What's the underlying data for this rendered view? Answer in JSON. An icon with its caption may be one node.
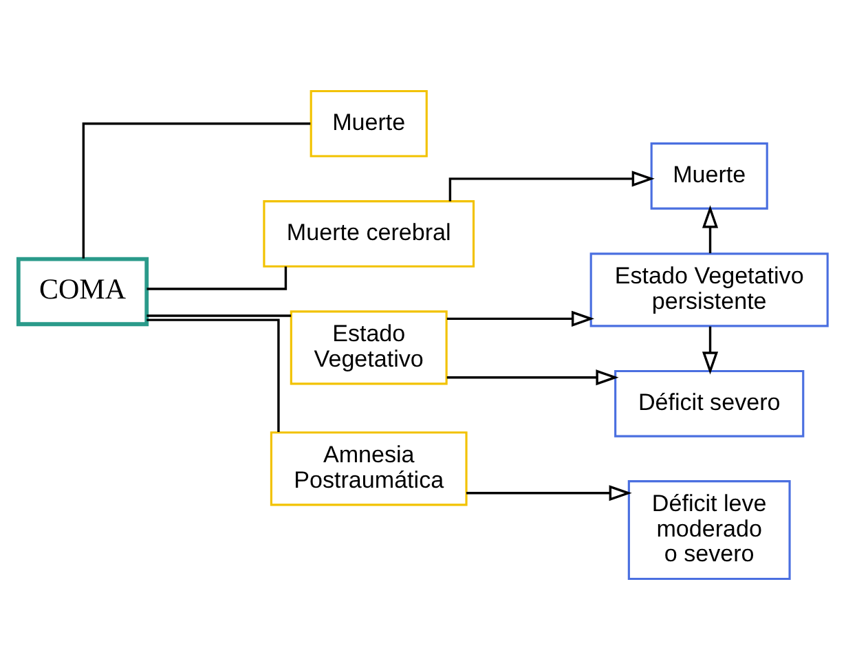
{
  "diagram": {
    "nodes": [
      {
        "text": [
          "COMA"
        ]
      },
      {
        "text": [
          "Muerte"
        ]
      },
      {
        "text": [
          "Muerte cerebral"
        ]
      },
      {
        "text": [
          "Estado Vegetativo"
        ]
      },
      {
        "text": [
          "Amnesia Postraumática"
        ]
      },
      {
        "text": [
          "Muerte"
        ]
      },
      {
        "text": [
          "Estado Vegetativo persistente"
        ]
      },
      {
        "text": [
          "Déficit severo"
        ]
      },
      {
        "text": [
          "Déficit leve moderado o severo"
        ]
      }
    ],
    "edges": [
      {
        "from": 0,
        "to": 1,
        "arrow": "none"
      },
      {
        "from": 0,
        "to": 2,
        "arrow": "none"
      },
      {
        "from": 0,
        "to": 3,
        "arrow": "none"
      },
      {
        "from": 0,
        "to": 4,
        "arrow": "none"
      },
      {
        "from": 2,
        "to": 5,
        "arrow": "to"
      },
      {
        "from": 3,
        "to": 6,
        "arrow": "to"
      },
      {
        "from": 6,
        "to": 5,
        "arrow": "to"
      },
      {
        "from": 6,
        "to": 7,
        "arrow": "to"
      },
      {
        "from": 3,
        "to": 7,
        "arrow": "to"
      },
      {
        "from": 4,
        "to": 8,
        "arrow": "to"
      }
    ]
  }
}
